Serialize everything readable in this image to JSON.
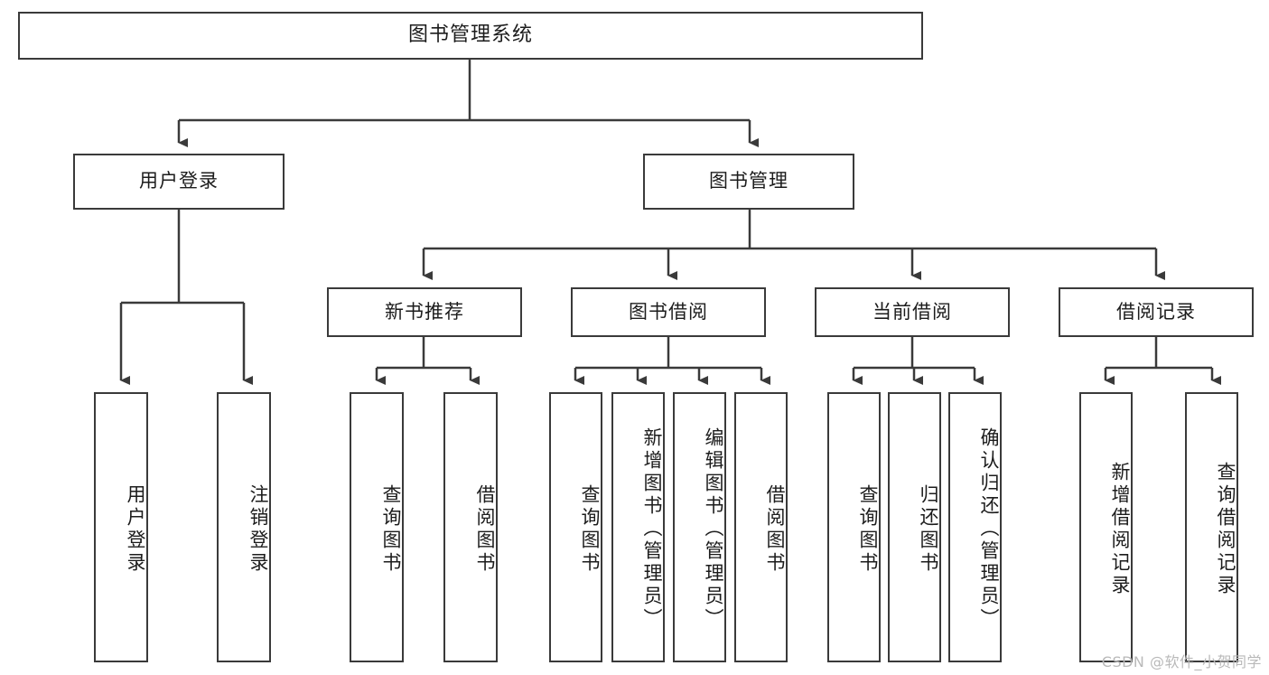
{
  "diagram": {
    "type": "tree-hierarchy-chart",
    "title": "图书管理系统",
    "watermark": "CSDN @软件_小贺同学",
    "colors": {
      "stroke": "#3a3a3a",
      "box_fill": "#ffffff",
      "text": "#1c1c1c",
      "watermark": "#b9b9b9",
      "background": "#ffffff"
    },
    "root": {
      "label": "图书管理系统"
    },
    "level2": [
      {
        "label": "用户登录"
      },
      {
        "label": "图书管理"
      }
    ],
    "level3": [
      {
        "label": "新书推荐"
      },
      {
        "label": "图书借阅"
      },
      {
        "label": "当前借阅"
      },
      {
        "label": "借阅记录"
      }
    ],
    "leaves": {
      "user_login": [
        {
          "label": "用户登录"
        },
        {
          "label": "注销登录"
        }
      ],
      "new_book_recommend": [
        {
          "label": "查询图书"
        },
        {
          "label": "借阅图书"
        }
      ],
      "book_borrow": [
        {
          "label": "查询图书"
        },
        {
          "label": "新增图书（管理员）"
        },
        {
          "label": "编辑图书（管理员）"
        },
        {
          "label": "借阅图书"
        }
      ],
      "current_borrow": [
        {
          "label": "查询图书"
        },
        {
          "label": "归还图书"
        },
        {
          "label": "确认归还（管理员）"
        }
      ],
      "borrow_record": [
        {
          "label": "新增借阅记录"
        },
        {
          "label": "查询借阅记录"
        }
      ]
    }
  }
}
